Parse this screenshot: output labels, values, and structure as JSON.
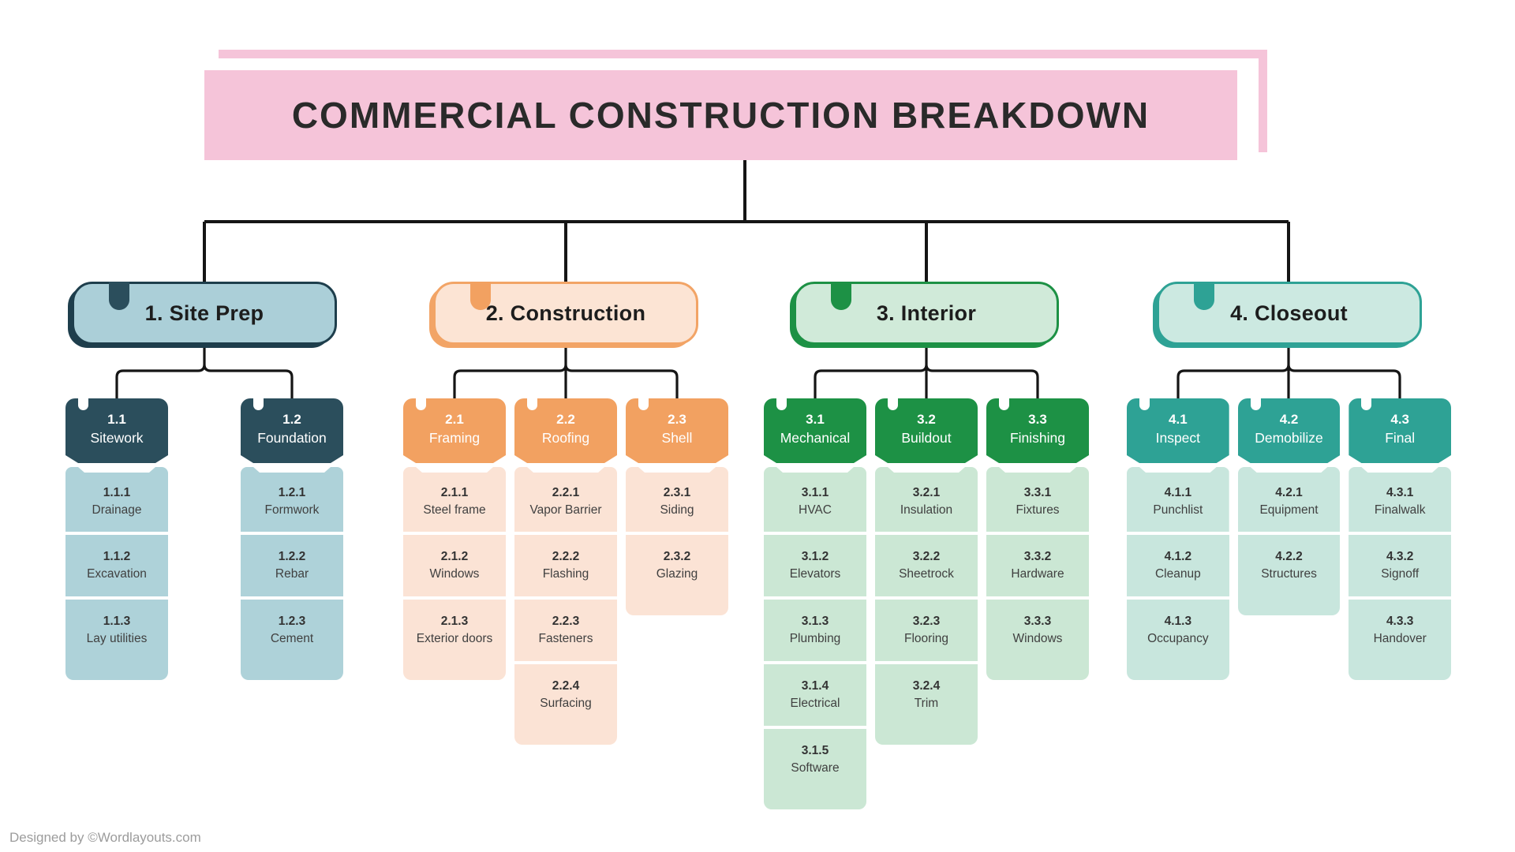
{
  "title": {
    "text": "COMMERCIAL CONSTRUCTION BREAKDOWN"
  },
  "footer": {
    "credit": "Designed by ©Wordlayouts.com"
  },
  "colors": {
    "banner_pink": "#F5C4D9",
    "line": "#151515",
    "title_text": "#2A2A2A"
  },
  "branches": [
    {
      "label": "1. Site Prep",
      "theme": {
        "fill": "#ABCFD8",
        "border": "#1E3E4C",
        "tab": "#2B4E5C",
        "header": "#2B4E5C",
        "cell": "#AED2D9"
      },
      "groups": [
        {
          "code": "1.1",
          "name": "Sitework",
          "items": [
            {
              "code": "1.1.1",
              "name": "Drainage"
            },
            {
              "code": "1.1.2",
              "name": "Excavation"
            },
            {
              "code": "1.1.3",
              "name": "Lay utilities"
            }
          ]
        },
        {
          "code": "1.2",
          "name": "Foundation",
          "items": [
            {
              "code": "1.2.1",
              "name": "Formwork"
            },
            {
              "code": "1.2.2",
              "name": "Rebar"
            },
            {
              "code": "1.2.3",
              "name": "Cement"
            }
          ]
        }
      ]
    },
    {
      "label": "2. Construction",
      "theme": {
        "fill": "#FCE4D4",
        "border": "#F2A466",
        "tab": "#F2A161",
        "header": "#F2A161",
        "cell": "#FBE3D5"
      },
      "groups": [
        {
          "code": "2.1",
          "name": "Framing",
          "items": [
            {
              "code": "2.1.1",
              "name": "Steel frame"
            },
            {
              "code": "2.1.2",
              "name": "Windows"
            },
            {
              "code": "2.1.3",
              "name": "Exterior doors"
            }
          ]
        },
        {
          "code": "2.2",
          "name": "Roofing",
          "items": [
            {
              "code": "2.2.1",
              "name": "Vapor Barrier"
            },
            {
              "code": "2.2.2",
              "name": "Flashing"
            },
            {
              "code": "2.2.3",
              "name": "Fasteners"
            },
            {
              "code": "2.2.4",
              "name": "Surfacing"
            }
          ]
        },
        {
          "code": "2.3",
          "name": "Shell",
          "items": [
            {
              "code": "2.3.1",
              "name": "Siding"
            },
            {
              "code": "2.3.2",
              "name": "Glazing"
            }
          ]
        }
      ]
    },
    {
      "label": "3. Interior",
      "theme": {
        "fill": "#D0EAD9",
        "border": "#1D9145",
        "tab": "#1D9145",
        "header": "#1D9145",
        "cell": "#CBE7D4"
      },
      "groups": [
        {
          "code": "3.1",
          "name": "Mechanical",
          "items": [
            {
              "code": "3.1.1",
              "name": "HVAC"
            },
            {
              "code": "3.1.2",
              "name": "Elevators"
            },
            {
              "code": "3.1.3",
              "name": "Plumbing"
            },
            {
              "code": "3.1.4",
              "name": "Electrical"
            },
            {
              "code": "3.1.5",
              "name": "Software"
            }
          ]
        },
        {
          "code": "3.2",
          "name": "Buildout",
          "items": [
            {
              "code": "3.2.1",
              "name": "Insulation"
            },
            {
              "code": "3.2.2",
              "name": "Sheetrock"
            },
            {
              "code": "3.2.3",
              "name": "Flooring"
            },
            {
              "code": "3.2.4",
              "name": "Trim"
            }
          ]
        },
        {
          "code": "3.3",
          "name": "Finishing",
          "items": [
            {
              "code": "3.3.1",
              "name": "Fixtures"
            },
            {
              "code": "3.3.2",
              "name": "Hardware"
            },
            {
              "code": "3.3.3",
              "name": "Windows"
            }
          ]
        }
      ]
    },
    {
      "label": "4. Closeout",
      "theme": {
        "fill": "#CCE9E1",
        "border": "#2EA295",
        "tab": "#2EA295",
        "header": "#2EA295",
        "cell": "#C8E6DD"
      },
      "groups": [
        {
          "code": "4.1",
          "name": "Inspect",
          "items": [
            {
              "code": "4.1.1",
              "name": "Punchlist"
            },
            {
              "code": "4.1.2",
              "name": "Cleanup"
            },
            {
              "code": "4.1.3",
              "name": "Occupancy"
            }
          ]
        },
        {
          "code": "4.2",
          "name": "Demobilize",
          "items": [
            {
              "code": "4.2.1",
              "name": "Equipment"
            },
            {
              "code": "4.2.2",
              "name": "Structures"
            }
          ]
        },
        {
          "code": "4.3",
          "name": "Final",
          "items": [
            {
              "code": "4.3.1",
              "name": "Finalwalk"
            },
            {
              "code": "4.3.2",
              "name": "Signoff"
            },
            {
              "code": "4.3.3",
              "name": "Handover"
            }
          ]
        }
      ]
    }
  ]
}
